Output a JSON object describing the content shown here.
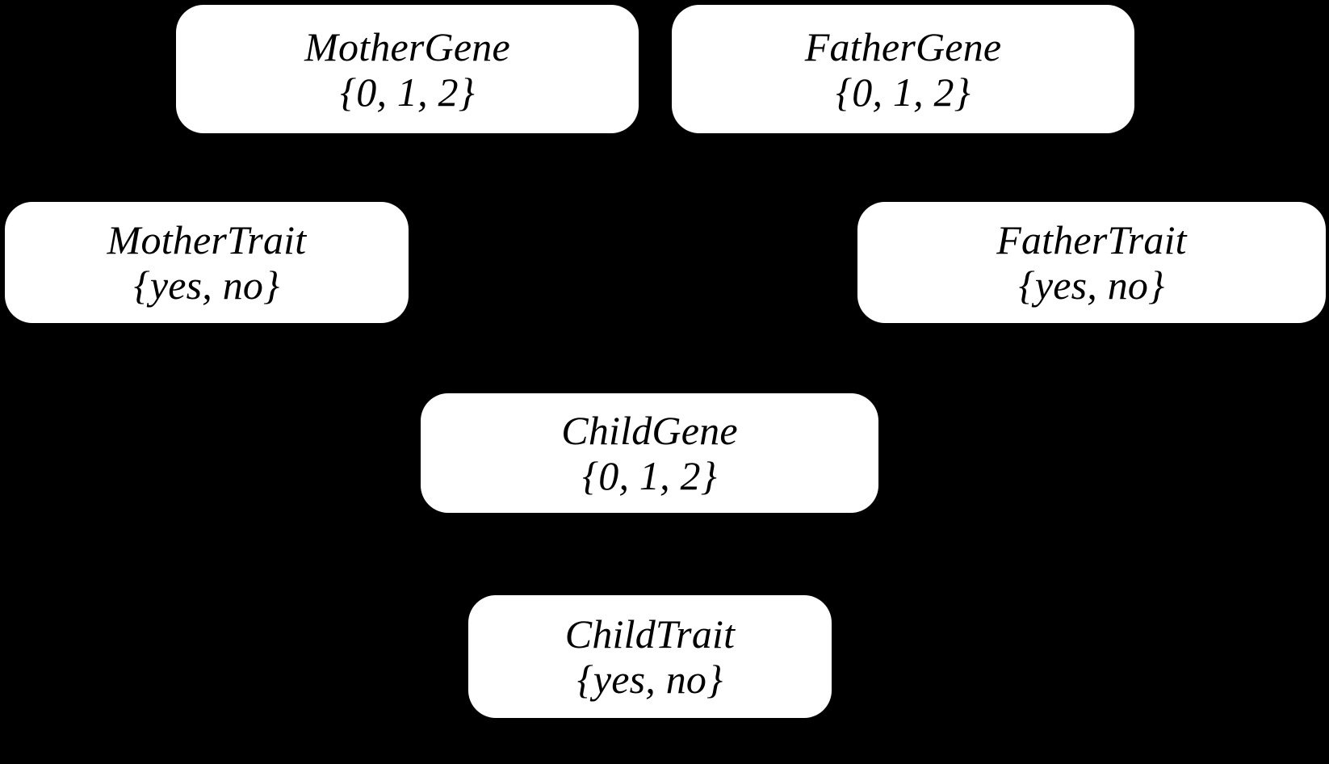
{
  "diagram": {
    "type": "bayesian-network",
    "background_color": "#000000",
    "node_color": "#ffffff",
    "text_color": "#000000",
    "nodes": [
      {
        "id": "mother-gene",
        "name": "MotherGene",
        "domain": "{0, 1, 2}"
      },
      {
        "id": "father-gene",
        "name": "FatherGene",
        "domain": "{0, 1, 2}"
      },
      {
        "id": "mother-trait",
        "name": "MotherTrait",
        "domain": "{yes, no}"
      },
      {
        "id": "father-trait",
        "name": "FatherTrait",
        "domain": "{yes, no}"
      },
      {
        "id": "child-gene",
        "name": "ChildGene",
        "domain": "{0, 1, 2}"
      },
      {
        "id": "child-trait",
        "name": "ChildTrait",
        "domain": "{yes, no}"
      }
    ]
  }
}
